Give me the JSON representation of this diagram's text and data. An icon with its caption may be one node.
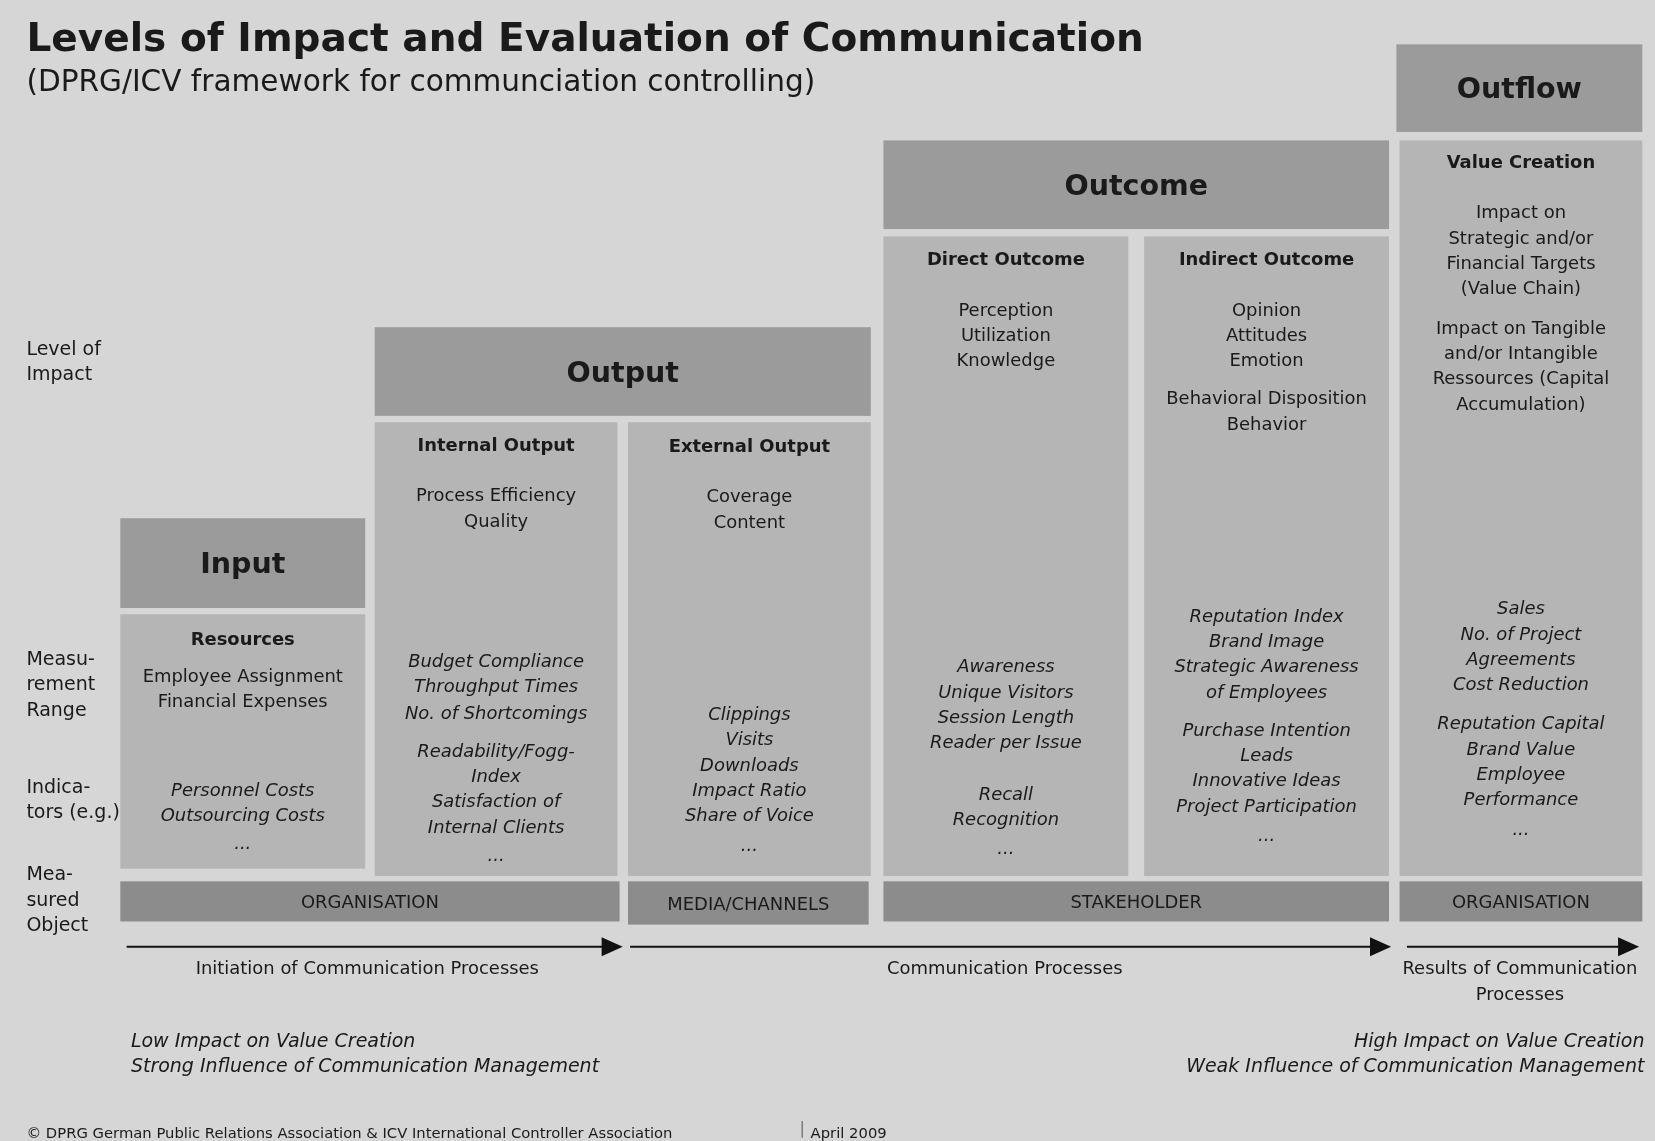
{
  "diagram": {
    "title": "Levels of Impact and Evaluation of Communication",
    "caption": "(DPRG/ICV framework for communciation controlling)",
    "nodes": [
      {
        "text": [
          "Input"
        ]
      },
      {
        "text": [
          "Resources",
          "Employee Assignment",
          "Financial Expenses",
          "Personnel Costs",
          "Outsourcing Costs",
          "..."
        ]
      },
      {
        "text": [
          "Output"
        ]
      },
      {
        "text": [
          "Internal Output",
          "Process Efficiency",
          "Quality",
          "Budget Compliance",
          "Throughput Times",
          "No. of Shortcomings",
          "Readability/Fogg-Index",
          "Satisfaction of Internal Clients",
          "..."
        ]
      },
      {
        "text": [
          "External Output",
          "Coverage",
          "Content",
          "Clippings",
          "Visits",
          "Downloads",
          "Impact Ratio",
          "Share of Voice",
          "..."
        ]
      },
      {
        "text": [
          "Outcome"
        ]
      },
      {
        "text": [
          "Direct Outcome",
          "Perception",
          "Utilization",
          "Knowledge",
          "Awareness",
          "Unique Visitors",
          "Session Length",
          "Reader per Issue",
          "Recall",
          "Recognition",
          "..."
        ]
      },
      {
        "text": [
          "Indirect Outcome",
          "Opinion",
          "Attitudes",
          "Emotion",
          "Behavioral Disposition",
          "Behavior",
          "Reputation Index",
          "Brand Image",
          "Strategic Awareness of Employees",
          "Purchase Intention",
          "Leads",
          "Innovative Ideas",
          "Project Participation",
          "..."
        ]
      },
      {
        "text": [
          "Outflow"
        ]
      },
      {
        "text": [
          "Value Creation",
          "Impact on Strategic and/or Financial Targets (Value Chain)",
          "Impact on Tangible and/or Intangible Ressources (Capital Accumulation)",
          "Sales",
          "No. of Project Agreements",
          "Cost Reduction",
          "Reputation Capital",
          "Brand Value",
          "Employee Performance",
          "..."
        ]
      },
      {
        "text": [
          "ORGANISATION"
        ]
      },
      {
        "text": [
          "MEDIA/CHANNELS"
        ]
      },
      {
        "text": [
          "STAKEHOLDER"
        ]
      },
      {
        "text": [
          "ORGANISATION"
        ]
      }
    ],
    "labels": [
      "Level of Impact",
      "Measu- rement Range",
      "Indica- tors (e.g.)",
      "Mea- sured Object",
      "Initiation of Communication Processes",
      "Communication Processes",
      "Results of Communication Processes",
      "Low Impact on Value Creation",
      "Strong Influence of Communication Management",
      "High Impact on Value Creation",
      "Weak Influence of Communication Management",
      "© DPRG German Public Relations Association & ICV International Controller Association",
      "April 2009"
    ]
  }
}
